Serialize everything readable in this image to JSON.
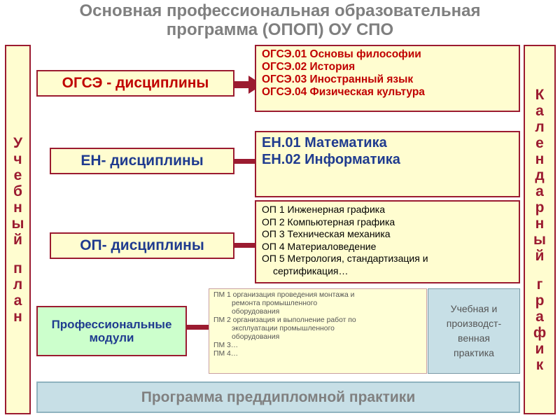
{
  "title": {
    "line1": "Основная профессиональная образовательная",
    "line2": "программа (ОПОП) ОУ СПО"
  },
  "left_bar": {
    "word1": [
      "У",
      "ч",
      "е",
      "б",
      "н",
      "ы",
      "й"
    ],
    "word2": [
      "п",
      "л",
      "а",
      "н"
    ]
  },
  "right_bar": {
    "word1": [
      "К",
      "а",
      "л",
      "е",
      "н",
      "д",
      "а",
      "р",
      "н",
      "ы",
      "й"
    ],
    "word2": [
      "г",
      "р",
      "а",
      "ф",
      "и",
      "к"
    ]
  },
  "blocks": {
    "ogse": {
      "label": "ОГСЭ - дисциплины",
      "items": [
        "ОГСЭ.01 Основы философии",
        "ОГСЭ.02 История",
        "ОГСЭ.03 Иностранный язык",
        "ОГСЭ.04 Физическая культура"
      ]
    },
    "en": {
      "label": "ЕН- дисциплины",
      "items": [
        "ЕН.01 Математика",
        "ЕН.02 Информатика"
      ]
    },
    "op": {
      "label": "ОП- дисциплины",
      "items": [
        "ОП 1 Инженерная графика",
        "ОП 2 Компьютерная графика",
        "ОП 3 Техническая механика",
        "ОП 4 Материаловедение",
        "ОП 5 Метрология, стандартизация и",
        "сертификация…"
      ]
    },
    "pm": {
      "label_line1": "Профессиональные",
      "label_line2": "модули",
      "items": [
        "ПМ 1 организация проведения монтажа и",
        "ремонта промышленного",
        "оборудования",
        "ПМ 2 организация и выполнение работ по",
        "эксплуатации промышленного",
        "оборудования",
        "ПМ 3…",
        "ПМ 4…"
      ]
    }
  },
  "practice": {
    "line1": "Учебная и",
    "line2": "производст-",
    "line3": "венная",
    "line4": "практика"
  },
  "bottom": {
    "label": "Программа преддипломной практики"
  },
  "colors": {
    "border_red": "#9b1b30",
    "cream": "#fffdd0",
    "green": "#ccffcc",
    "light_blue": "#c7dfe6",
    "ogse_text": "#c00000",
    "en_text": "#1f3b8f",
    "title_gray": "#7f7f7f"
  }
}
